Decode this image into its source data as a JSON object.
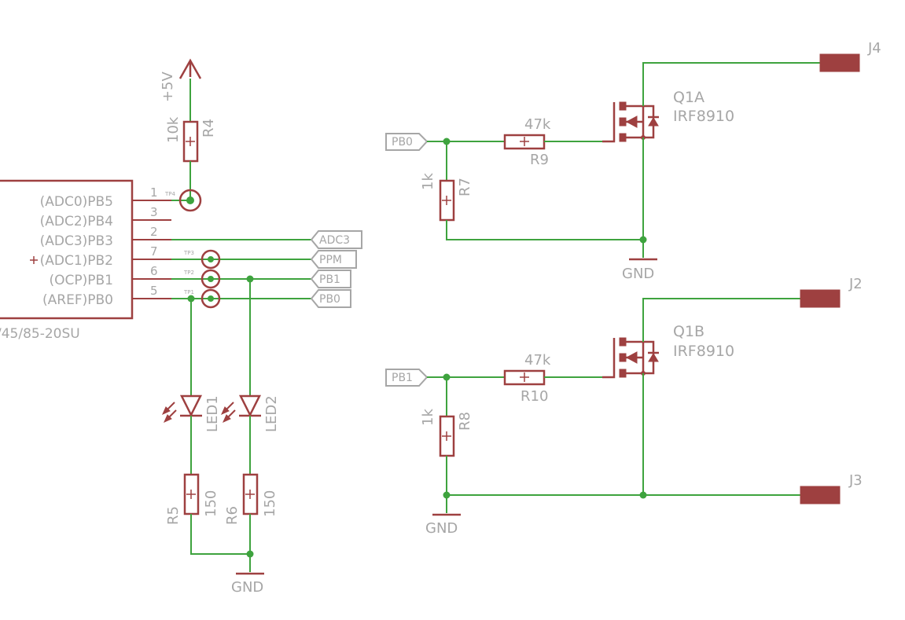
{
  "colors": {
    "wire": "#3ea33e",
    "component": "#9e4040",
    "text": "#a6a6a6",
    "background": "#ffffff"
  },
  "mcu": {
    "part_suffix": "/45/85-20SU",
    "pins": [
      {
        "number": "1",
        "name": "(ADC0)PB5"
      },
      {
        "number": "3",
        "name": "(ADC2)PB4"
      },
      {
        "number": "2",
        "name": "(ADC3)PB3"
      },
      {
        "number": "7",
        "name": "(ADC1)PB2"
      },
      {
        "number": "6",
        "name": "(OCP)PB1"
      },
      {
        "number": "5",
        "name": "(AREF)PB0"
      }
    ]
  },
  "testpoints": {
    "tp4": "TP4",
    "tp3": "TP3",
    "tp2": "TP2",
    "tp1": "TP1"
  },
  "ports": {
    "adc3": "ADC3",
    "ppm": "PPM",
    "pb1_out": "PB1",
    "pb0_out": "PB0",
    "pb0_in": "PB0",
    "pb1_in": "PB1"
  },
  "supply": {
    "vcc": "+5V",
    "gnd_left": "GND",
    "gnd_top": "GND",
    "gnd_bottom": "GND"
  },
  "resistors": {
    "r4": {
      "name": "R4",
      "value": "10k"
    },
    "r5": {
      "name": "R5",
      "value": "150"
    },
    "r6": {
      "name": "R6",
      "value": "150"
    },
    "r7": {
      "name": "R7",
      "value": "1k"
    },
    "r8": {
      "name": "R8",
      "value": "1k"
    },
    "r9": {
      "name": "R9",
      "value": "47k"
    },
    "r10": {
      "name": "R10",
      "value": "47k"
    }
  },
  "leds": {
    "led1": "LED1",
    "led2": "LED2"
  },
  "mosfets": {
    "q1a": {
      "name": "Q1A",
      "value": "IRF8910"
    },
    "q1b": {
      "name": "Q1B",
      "value": "IRF8910"
    }
  },
  "connectors": {
    "j4": "J4",
    "j2": "J2",
    "j3": "J3"
  }
}
